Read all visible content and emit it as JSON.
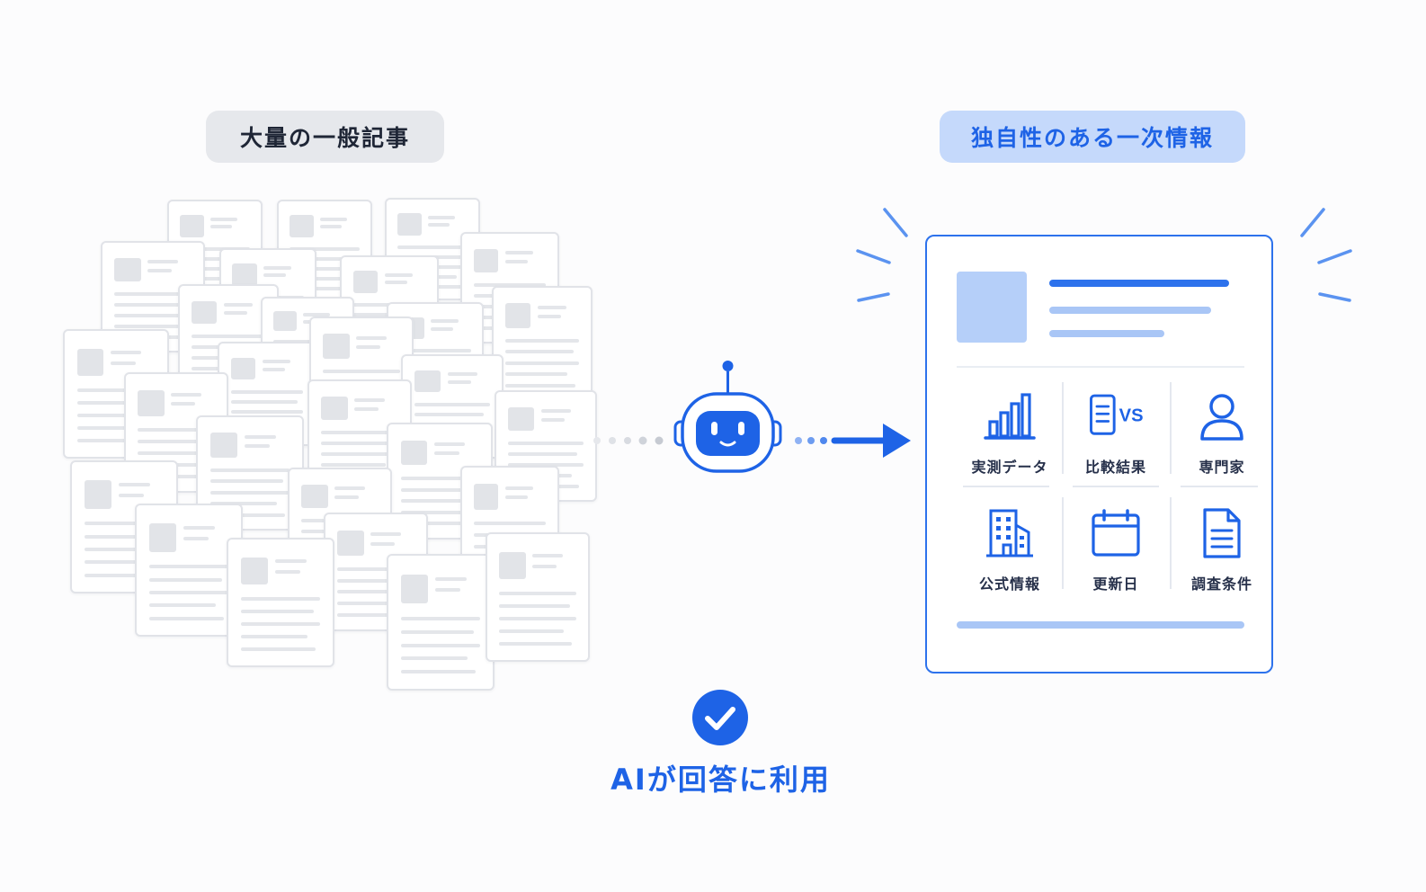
{
  "left_group": {
    "title": "大量の一般記事"
  },
  "right_group": {
    "title": "独自性のある一次情報",
    "items": [
      {
        "label": "実測データ",
        "icon": "bar-chart-icon"
      },
      {
        "label": "比較結果",
        "icon": "document-vs-icon",
        "icon_text": "VS"
      },
      {
        "label": "専門家",
        "icon": "person-icon"
      },
      {
        "label": "公式情報",
        "icon": "building-icon"
      },
      {
        "label": "更新日",
        "icon": "calendar-icon"
      },
      {
        "label": "調査条件",
        "icon": "document-icon"
      }
    ]
  },
  "center": {
    "icon": "robot-icon"
  },
  "result": {
    "icon": "check-circle-icon",
    "caption": "AIが回答に利用"
  },
  "colors": {
    "accent": "#1e63e6",
    "accent_light": "#c5d9fb",
    "neutral_pill": "#e6e8ec",
    "doc_border": "#e1e3e8",
    "text_dark": "#1f2636"
  }
}
